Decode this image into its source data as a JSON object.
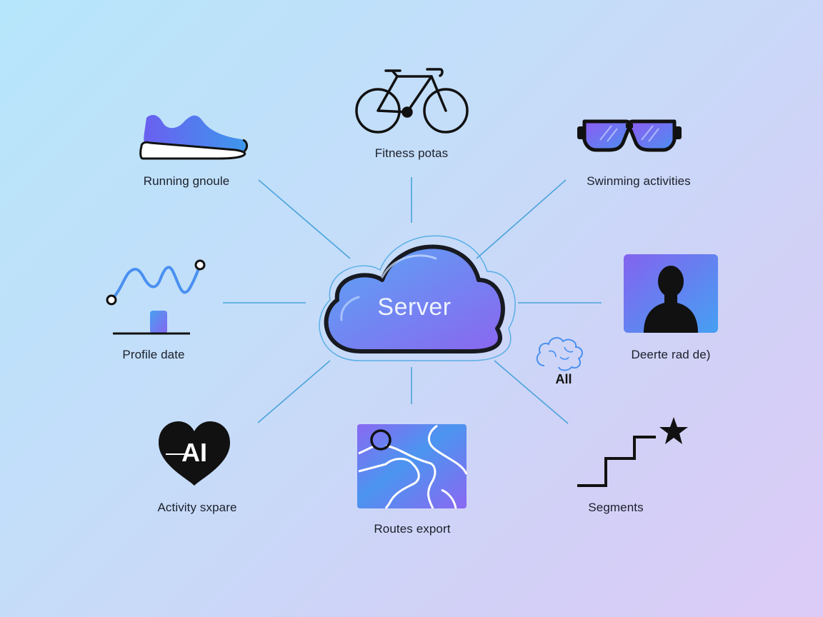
{
  "center": {
    "label": "Server"
  },
  "nodes": [
    {
      "id": "running",
      "label": "Running gnoule",
      "icon": "running-shoe-icon"
    },
    {
      "id": "fitness",
      "label": "Fitness potas",
      "icon": "bicycle-icon"
    },
    {
      "id": "swimming",
      "label": "Swinming activities",
      "icon": "swim-goggles-icon"
    },
    {
      "id": "profile",
      "label": "Profile date",
      "icon": "line-graph-icon"
    },
    {
      "id": "deerte",
      "label": "Deerte rad de)",
      "icon": "person-silhouette-icon"
    },
    {
      "id": "activity",
      "label": "Activity sxpare",
      "icon": "ai-heart-icon"
    },
    {
      "id": "routes",
      "label": "Routes export",
      "icon": "route-map-icon"
    },
    {
      "id": "segments",
      "label": "Segments",
      "icon": "stairs-star-icon"
    }
  ],
  "heart_icon_text": "AI",
  "brain_icon_text": "All",
  "colors": {
    "accent_blue": "#4f8df2",
    "accent_purple": "#8a6af0",
    "connector": "#4aa3dc",
    "dark": "#111111"
  }
}
